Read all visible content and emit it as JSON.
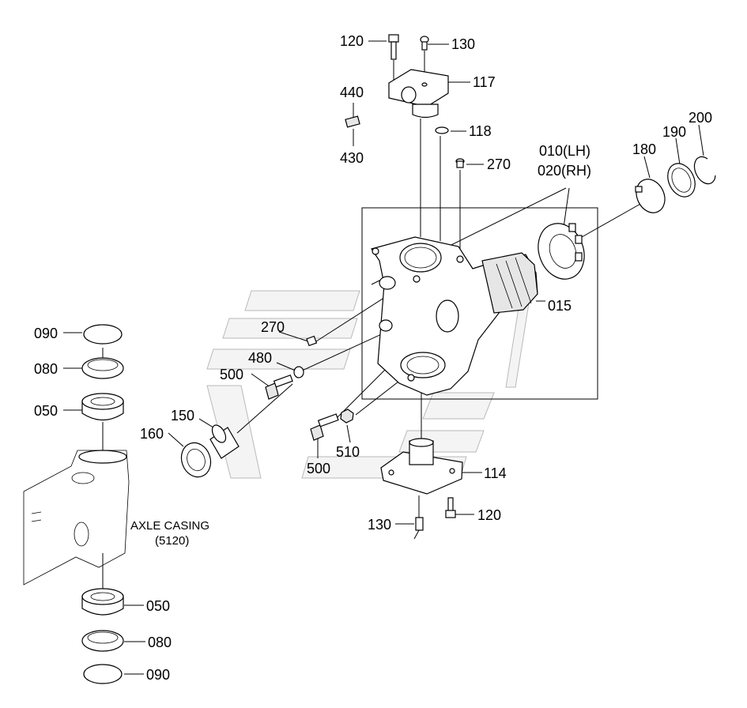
{
  "labels": {
    "p120_top": "120",
    "p130_top": "130",
    "p117": "117",
    "p440": "440",
    "p430": "430",
    "p118": "118",
    "p270_top": "270",
    "p010": "010(LH)",
    "p020": "020(RH)",
    "p180": "180",
    "p190": "190",
    "p200": "200",
    "p015": "015",
    "p270_mid": "270",
    "p480": "480",
    "p500_top": "500",
    "p150": "150",
    "p160": "160",
    "p510": "510",
    "p500_bot": "500",
    "p114": "114",
    "p120_bot": "120",
    "p130_bot": "130",
    "p090_top": "090",
    "p080_top": "080",
    "p050_top": "050",
    "p050_bot": "050",
    "p080_bot": "080",
    "p090_bot": "090",
    "axle_casing": "AXLE CASING",
    "axle_code": "(5120)"
  }
}
